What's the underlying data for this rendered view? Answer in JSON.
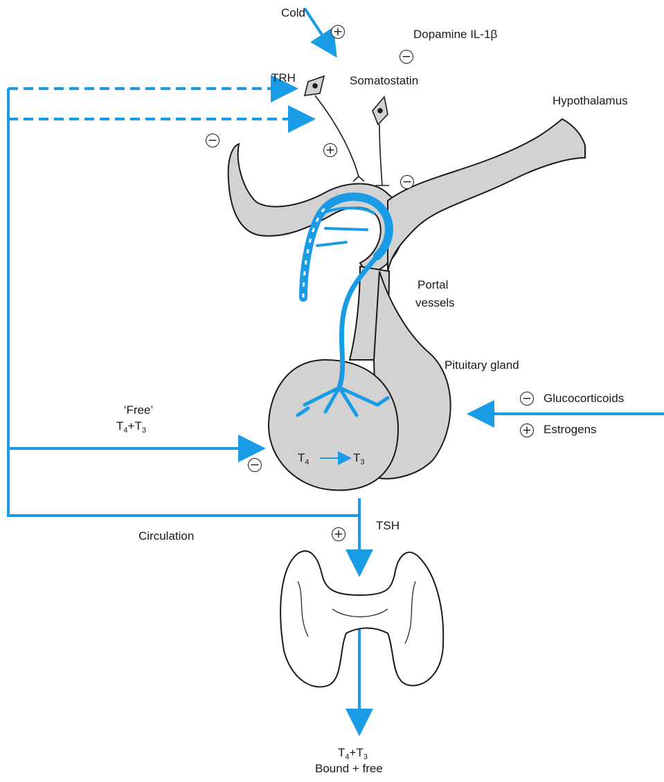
{
  "labels": {
    "cold": "Cold",
    "dopamine": "Dopamine IL-1β",
    "trh": "TRH",
    "somatostatin": "Somatostatin",
    "hypothalamus": "Hypothalamus",
    "portal_line1": "Portal",
    "portal_line2": "vessels",
    "pituitary": "Pituitary gland",
    "free_line1": "‘Free’",
    "free_t": "T",
    "free_sub4": "4",
    "free_plus": "+T",
    "free_sub3": "3",
    "glucocorticoids": "Glucocorticoids",
    "estrogens": "Estrogens",
    "t4": "T",
    "t4_sub": "4",
    "t3": "T",
    "t3_sub": "3",
    "tsh": "TSH",
    "circulation": "Circulation",
    "bottom_t": "T",
    "bottom_sub4": "4",
    "bottom_plus": "+T",
    "bottom_sub3": "3",
    "bottom_line2": "Bound + free"
  },
  "signs": {
    "plus": "+",
    "minus": "−"
  },
  "colors": {
    "arrow_blue": "#1a9be6",
    "tissue_gray": "#cfcfcf",
    "outline": "#1a1a1a"
  }
}
